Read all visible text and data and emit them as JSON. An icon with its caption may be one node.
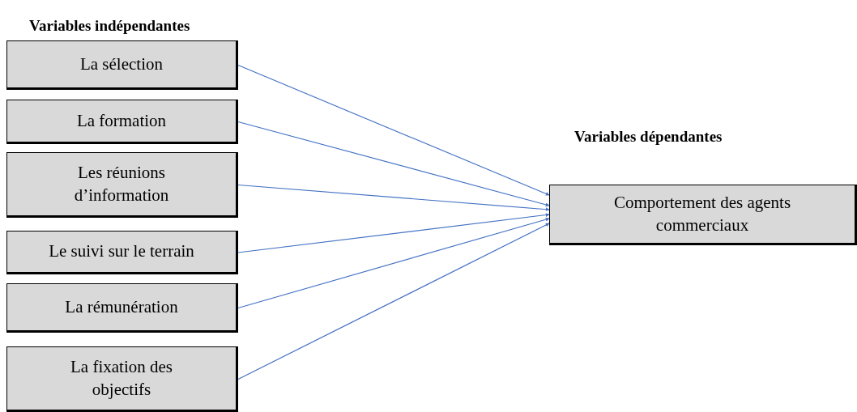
{
  "diagram": {
    "nodes": [
      {
        "text": [
          "La sélection"
        ]
      },
      {
        "text": [
          "La formation"
        ]
      },
      {
        "text": [
          "Les réunions d’information"
        ]
      },
      {
        "text": [
          "Le suivi sur le terrain"
        ]
      },
      {
        "text": [
          "La rémunération"
        ]
      },
      {
        "text": [
          "La fixation des objectifs"
        ]
      },
      {
        "text": [
          "Variables dépendantes",
          "Comportement des agents commerciaux"
        ]
      }
    ],
    "edges": [
      {
        "from": 0,
        "to": 6,
        "arrow": "to"
      },
      {
        "from": 1,
        "to": 6,
        "arrow": "to"
      },
      {
        "from": 2,
        "to": 6,
        "arrow": "to"
      },
      {
        "from": 3,
        "to": 6,
        "arrow": "to"
      },
      {
        "from": 4,
        "to": 6,
        "arrow": "to"
      },
      {
        "from": 5,
        "to": 6,
        "arrow": "to"
      }
    ],
    "labels": [
      "Variables indépendantes"
    ]
  }
}
